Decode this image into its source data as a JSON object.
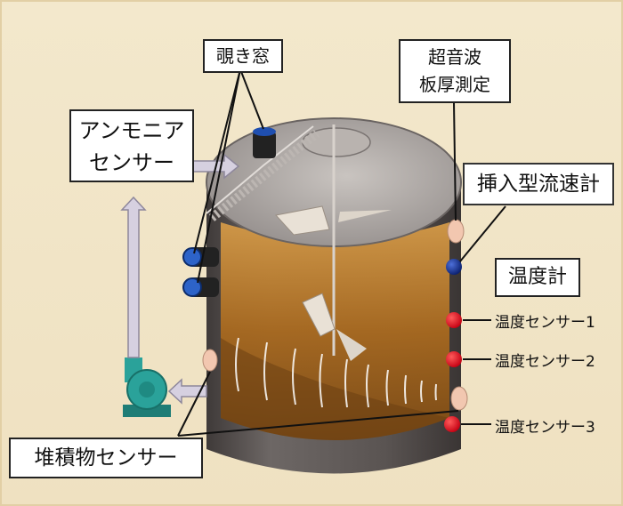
{
  "labels": {
    "peep_window": "覗き窓",
    "ultrasonic_line1": "超音波",
    "ultrasonic_line2": "板厚測定",
    "ammonia_line1": "アンモニア",
    "ammonia_line2": "センサー",
    "flowmeter": "挿入型流速計",
    "thermometer": "温度計",
    "temp_sensor_1": "温度センサー1",
    "temp_sensor_2": "温度センサー2",
    "temp_sensor_3": "温度センサー3",
    "sediment_sensor": "堆積物センサー"
  },
  "colors": {
    "background": "#efe3c6",
    "tank_shell": "#5b5553",
    "sludge": "#b87a2c",
    "temp_sensor": "#e0001b",
    "flow_sensor": "#0f2d8c",
    "pump": "#2aa29a",
    "arrow": "#c9c3d6"
  }
}
